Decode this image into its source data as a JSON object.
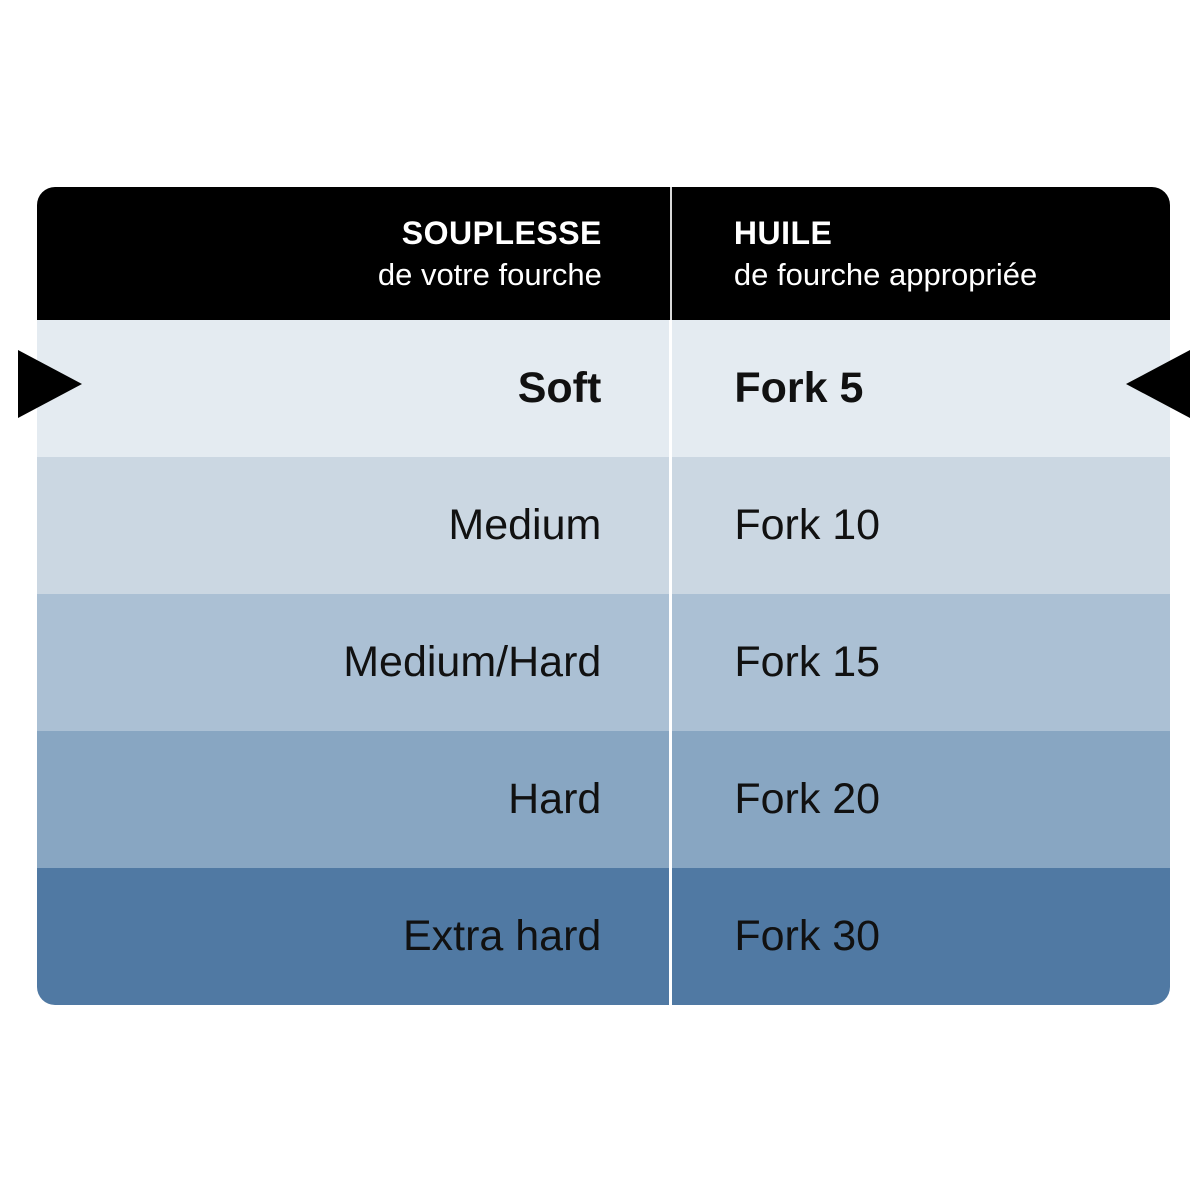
{
  "header": {
    "col1_title": "SOUPLESSE",
    "col1_sub": "de votre fourche",
    "col2_title": "HUILE",
    "col2_sub": "de fourche appropriée"
  },
  "rows": [
    {
      "stiffness": "Soft",
      "oil": "Fork 5",
      "color": "#e4ebf1",
      "highlighted": true
    },
    {
      "stiffness": "Medium",
      "oil": "Fork 10",
      "color": "#cbd7e2"
    },
    {
      "stiffness": "Medium/Hard",
      "oil": "Fork 15",
      "color": "#abc0d4"
    },
    {
      "stiffness": "Hard",
      "oil": "Fork 20",
      "color": "#88a6c2"
    },
    {
      "stiffness": "Extra hard",
      "oil": "Fork 30",
      "color": "#5079a3"
    }
  ]
}
